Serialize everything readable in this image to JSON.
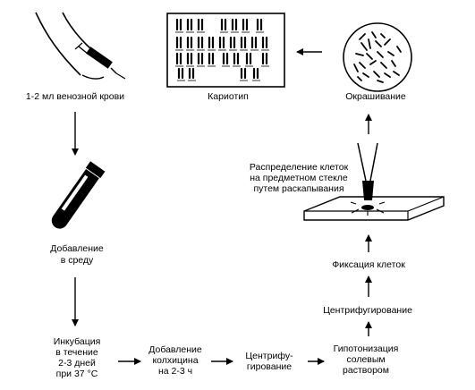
{
  "diagram": {
    "steps": {
      "blood": [
        "1-2 мл венозной крови"
      ],
      "medium": [
        "Добавление",
        "в среду"
      ],
      "incubation": [
        "Инкубация",
        "в течение",
        "2-3 дней",
        "при 37 °C"
      ],
      "colchicine": [
        "Добавление",
        "колхицина",
        "на 2-3 ч"
      ],
      "centrifuge1": [
        "Центрифу-",
        "гирование"
      ],
      "hypotonic": [
        "Гипотонизация",
        "солевым",
        "раствором"
      ],
      "centrifuge2": [
        "Центрифугирование"
      ],
      "fixation": [
        "Фиксация клеток"
      ],
      "spreading": [
        "Распределение клеток",
        "на предметном стекле",
        "путем раскапывания"
      ],
      "staining": [
        "Окрашивание"
      ],
      "karyotype": [
        "Кариотип"
      ]
    },
    "icons": {
      "blood": "syringe-in-arm-icon",
      "medium": "test-tube-icon",
      "spreading": "dropper-on-slide-icon",
      "staining": "stained-metaphase-dish-icon",
      "karyotype": "karyotype-card-icon"
    }
  }
}
